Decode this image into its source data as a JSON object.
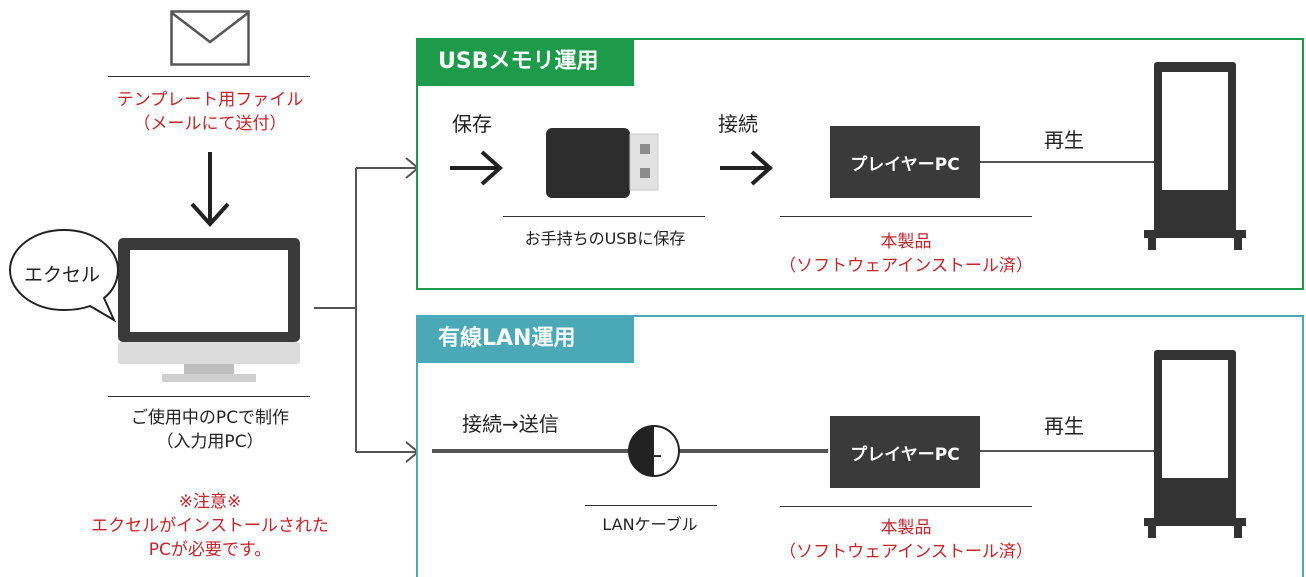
{
  "left": {
    "template_label_line1": "テンプレート用ファイル",
    "template_label_line2": "（メールにて送付）",
    "bubble_text": "エクセル",
    "pc_label_line1": "ご使用中のPCで制作",
    "pc_label_line2": "（入力用PC）",
    "note_line1": "※注意※",
    "note_line2": "エクセルがインストールされた",
    "note_line3": "PCが必要です。"
  },
  "usb_panel": {
    "title": "USBメモリ運用",
    "save_label": "保存",
    "connect_label": "接続",
    "usb_caption": "お手持ちのUSBに保存",
    "player_label": "プレイヤーPC",
    "play_label": "再生",
    "product_line1": "本製品",
    "product_line2": "（ソフトウェアインストール済）"
  },
  "lan_panel": {
    "title": "有線LAN運用",
    "connect_send_label": "接続→送信",
    "lan_icon_letter": "L",
    "lan_caption": "LANケーブル",
    "player_label": "プレイヤーPC",
    "play_label": "再生",
    "product_line1": "本製品",
    "product_line2": "（ソフトウェアインストール済）"
  },
  "colors": {
    "accent_red": "#c0262d",
    "usb_green": "#1e9a4b",
    "lan_teal": "#4aa8b7",
    "box_dark": "#3a3a3a"
  }
}
